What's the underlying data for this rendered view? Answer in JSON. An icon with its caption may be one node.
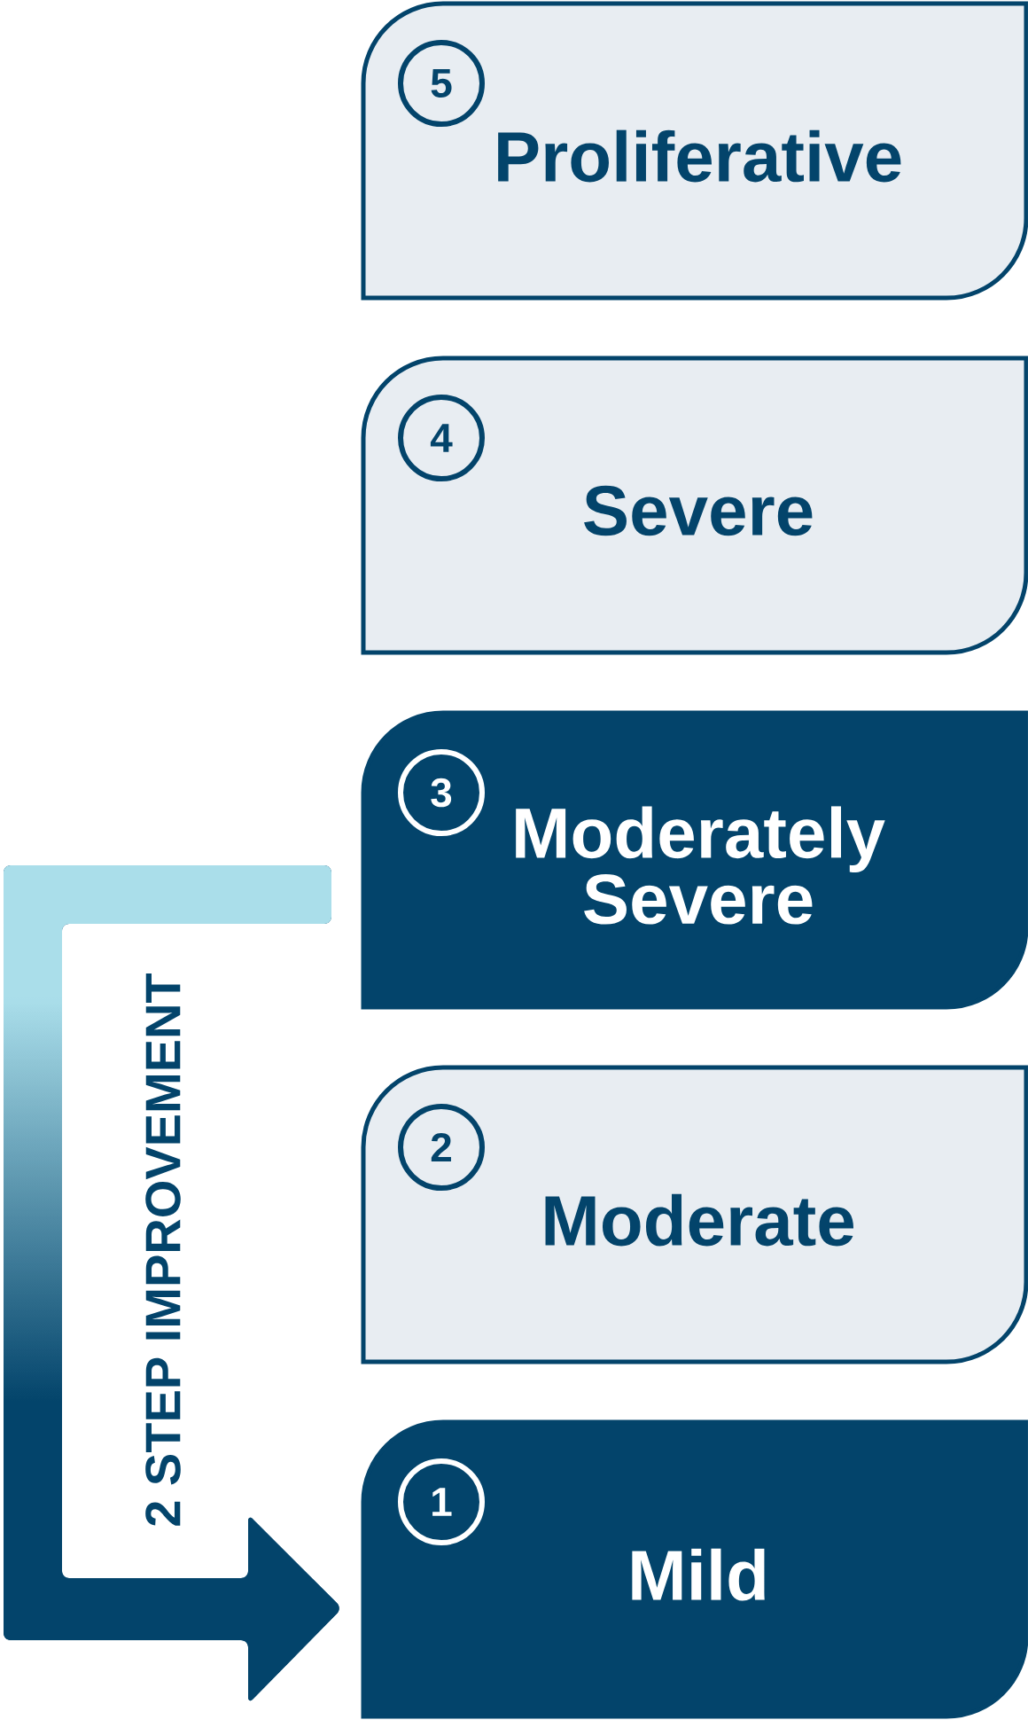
{
  "diagram": {
    "nodes": [
      {
        "text": [
          "5",
          "Proliferative"
        ]
      },
      {
        "text": [
          "4",
          "Severe"
        ]
      },
      {
        "text": [
          "3",
          "Moderately Severe"
        ]
      },
      {
        "text": [
          "2",
          "Moderate"
        ]
      },
      {
        "text": [
          "1",
          "Mild"
        ]
      }
    ],
    "edges": [
      {
        "from": 2,
        "to": 4,
        "arrow": "to",
        "label": "2 STEP IMPROVEMENT"
      }
    ]
  }
}
